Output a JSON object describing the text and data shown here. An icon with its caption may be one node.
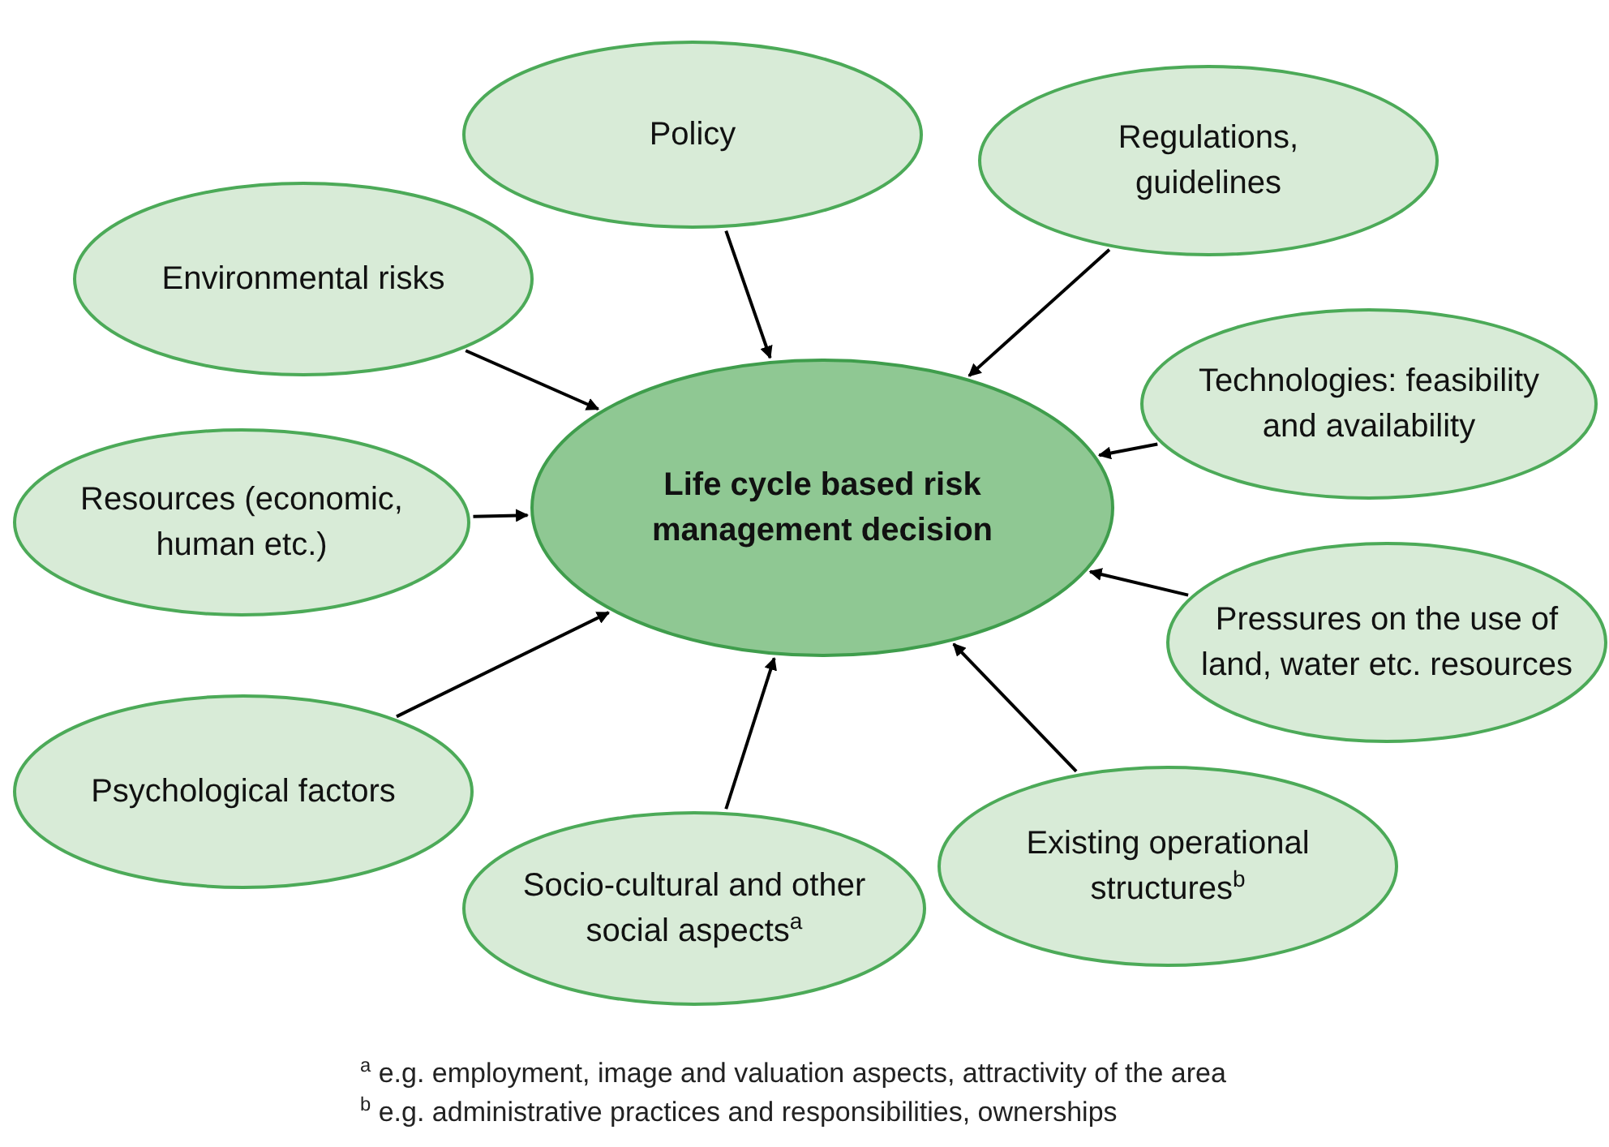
{
  "diagram": {
    "nodes": [
      {
        "text": [
          "Policy"
        ]
      },
      {
        "text": [
          "Regulations, guidelines"
        ]
      },
      {
        "text": [
          "Environmental risks"
        ]
      },
      {
        "text": [
          "Technologies: feasibility and availability"
        ]
      },
      {
        "text": [
          "Resources (economic, human etc.)"
        ]
      },
      {
        "text": [
          "Life cycle based risk management decision"
        ]
      },
      {
        "text": [
          "Pressures on the use of land, water etc. resources"
        ]
      },
      {
        "text": [
          "Psychological factors"
        ]
      },
      {
        "text": [
          "Existing operational structures$^{b}$"
        ]
      },
      {
        "text": [
          "Socio-cultural and other social aspects$^{a}$"
        ]
      }
    ],
    "edges": [
      {
        "from": 0,
        "to": 5,
        "arrow": "to"
      },
      {
        "from": 1,
        "to": 5,
        "arrow": "to"
      },
      {
        "from": 2,
        "to": 5,
        "arrow": "to"
      },
      {
        "from": 3,
        "to": 5,
        "arrow": "to"
      },
      {
        "from": 4,
        "to": 5,
        "arrow": "to"
      },
      {
        "from": 6,
        "to": 5,
        "arrow": "to"
      },
      {
        "from": 7,
        "to": 5,
        "arrow": "to"
      },
      {
        "from": 8,
        "to": 5,
        "arrow": "to"
      },
      {
        "from": 9,
        "to": 5,
        "arrow": "to"
      }
    ],
    "labels": [
      "$^{a}$ e.g. employment, image and valuation aspects, attractivity of the area",
      "$^{b}$ e.g. administrative practices and responsibilities, ownerships"
    ]
  }
}
